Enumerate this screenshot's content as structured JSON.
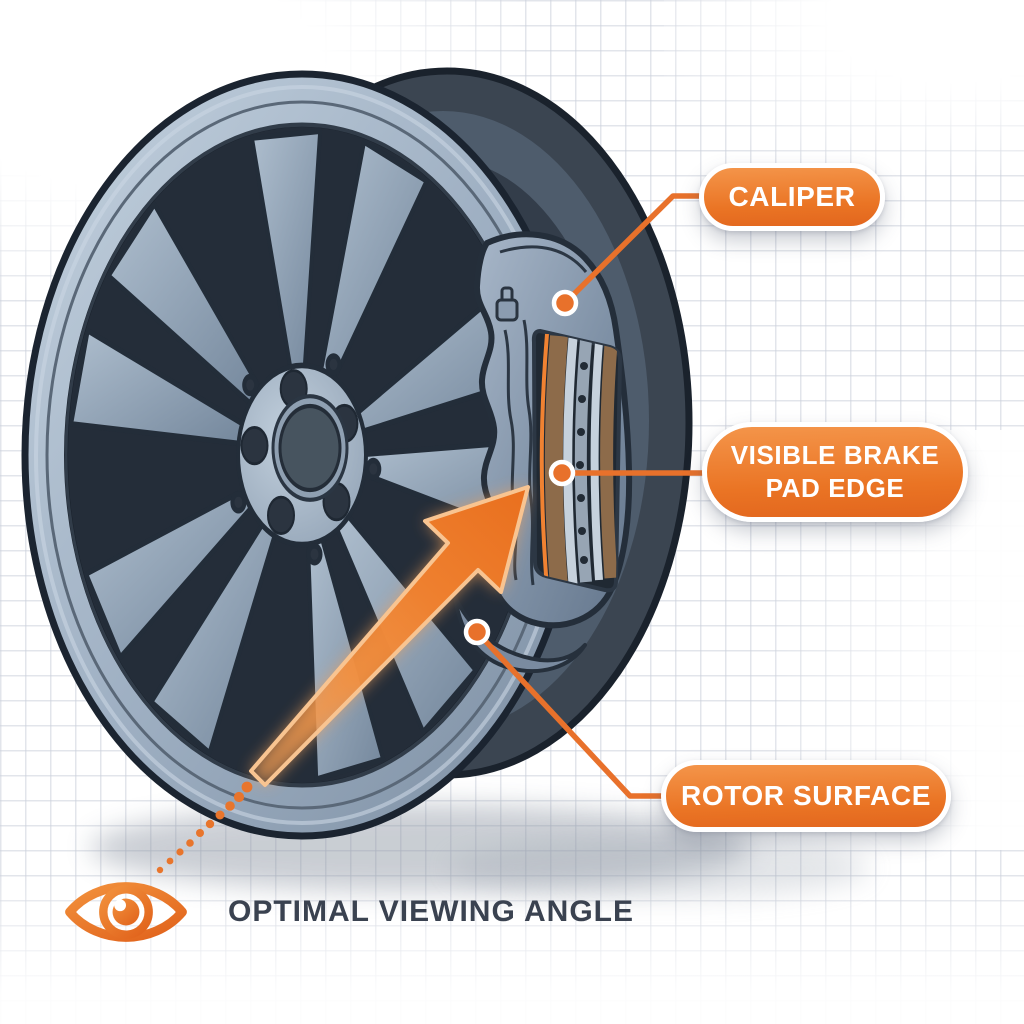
{
  "diagram_title": "brake-inspection-through-wheel",
  "callouts": [
    {
      "id": "caliper",
      "text": "CALIPER"
    },
    {
      "id": "visible-brake-pad-edge",
      "lines": [
        "VISIBLE BRAKE",
        "PAD EDGE"
      ]
    },
    {
      "id": "rotor-surface",
      "text": "ROTOR SURFACE"
    }
  ],
  "caption": {
    "icon": "eye-icon",
    "text": "OPTIMAL VIEWING ANGLE"
  },
  "colors": {
    "accent_orange": "#E8712B",
    "label_gradient_top": "#F4954A",
    "label_gradient_bottom": "#E2661E",
    "caption_text": "#3A4250",
    "wheel_face": "#9FB0C3",
    "tire_dark": "#3B4551",
    "brake_pad_tan": "#8D6B4A",
    "rotor_silver": "#C6D1DC",
    "grid_line": "#CBD0DB"
  }
}
